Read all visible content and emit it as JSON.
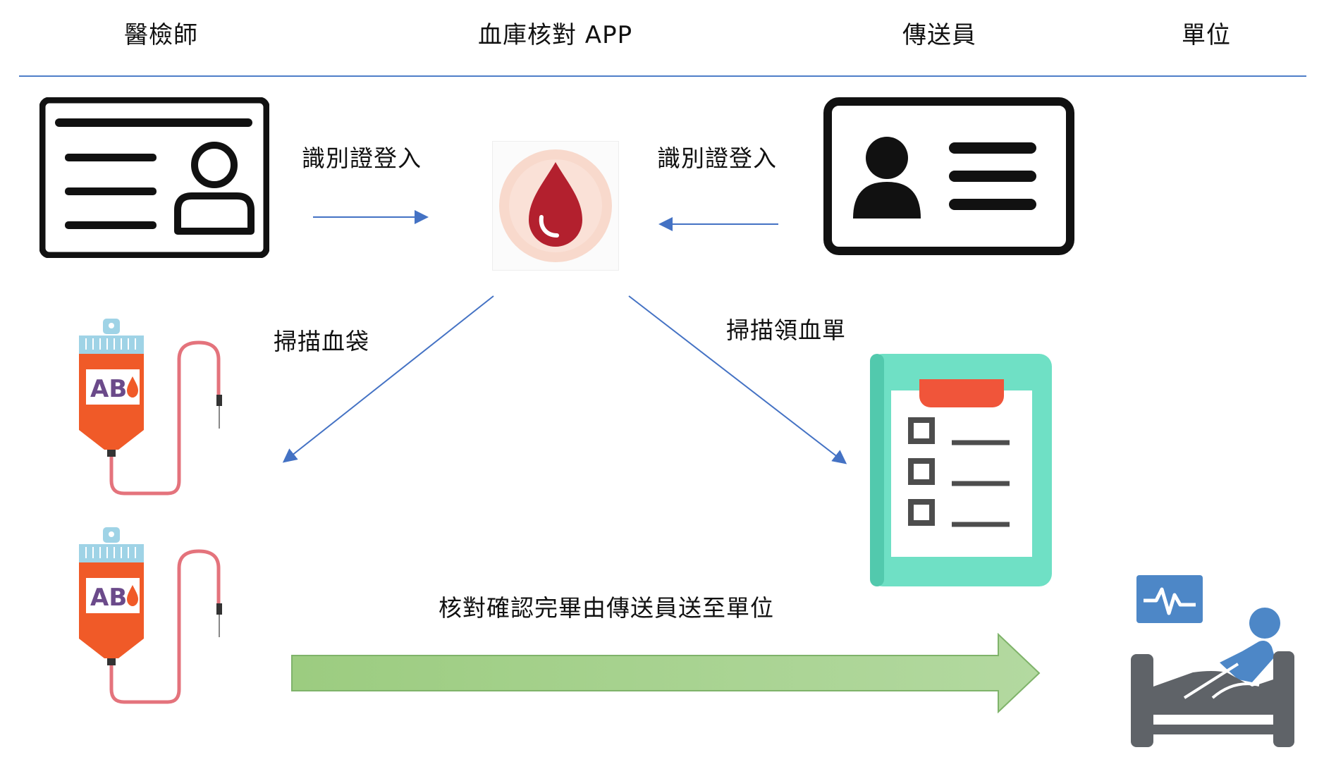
{
  "headers": {
    "technician": "醫檢師",
    "app": "血庫核對 APP",
    "courier": "傳送員",
    "unit": "單位"
  },
  "labels": {
    "id_login_left": "識別證登入",
    "id_login_right": "識別證登入",
    "scan_blood_bag": "掃描血袋",
    "scan_requisition": "掃描領血單",
    "complete_delivery": "核對確認完畢由傳送員送至單位"
  },
  "blood_bag": {
    "type_label": "AB"
  },
  "icons": [
    "id-card-icon",
    "blood-drop-app-icon",
    "blood-bag-icon",
    "clipboard-checklist-icon",
    "patient-bed-monitor-icon"
  ],
  "colors": {
    "rule": "#4f7ec8",
    "arrow_line": "#4472c4",
    "green_arrow_fill": "#a9d18e",
    "green_arrow_stroke": "#7fb36a",
    "drop_red": "#b3202e",
    "bag_orange": "#f05a28",
    "clipboard_teal": "#6fe0c5",
    "clip_orange": "#f0553a",
    "patient_blue": "#4d87c7",
    "bed_gray": "#5f6368"
  }
}
